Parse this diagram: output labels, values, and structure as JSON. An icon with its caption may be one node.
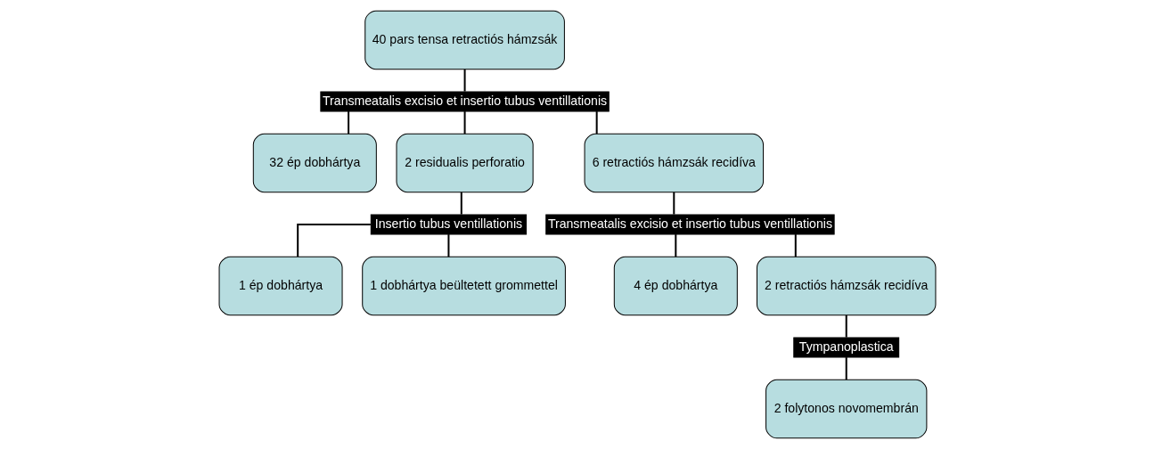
{
  "diagram": {
    "nodes": [
      {
        "text": [
          "40 pars tensa retractiós hámzsák"
        ]
      },
      {
        "text": [
          "Transmeatalis excisio et insertio tubus ventillationis"
        ]
      },
      {
        "text": [
          "32 ép dobhártya"
        ]
      },
      {
        "text": [
          "2 residualis perforatio"
        ]
      },
      {
        "text": [
          "6 retractiós hámzsák recidíva"
        ]
      },
      {
        "text": [
          "Insertio tubus ventillationis"
        ]
      },
      {
        "text": [
          "Transmeatalis excisio et insertio tubus ventillationis"
        ]
      },
      {
        "text": [
          "1 ép dobhártya"
        ]
      },
      {
        "text": [
          "1 dobhártya beültetett grommettel"
        ]
      },
      {
        "text": [
          "4 ép dobhártya"
        ]
      },
      {
        "text": [
          "2 retractiós hámzsák recidíva"
        ]
      },
      {
        "text": [
          "Tympanoplastica"
        ]
      },
      {
        "text": [
          "2 folytonos novomembrán"
        ]
      }
    ],
    "edges": [
      {
        "from": 0,
        "to": 1,
        "arrow": "none"
      },
      {
        "from": 1,
        "to": 2,
        "arrow": "none"
      },
      {
        "from": 1,
        "to": 3,
        "arrow": "none"
      },
      {
        "from": 1,
        "to": 4,
        "arrow": "none"
      },
      {
        "from": 3,
        "to": 5,
        "arrow": "none"
      },
      {
        "from": 5,
        "to": 7,
        "arrow": "none"
      },
      {
        "from": 5,
        "to": 8,
        "arrow": "none"
      },
      {
        "from": 4,
        "to": 6,
        "arrow": "none"
      },
      {
        "from": 6,
        "to": 9,
        "arrow": "none"
      },
      {
        "from": 6,
        "to": 10,
        "arrow": "none"
      },
      {
        "from": 10,
        "to": 11,
        "arrow": "none"
      },
      {
        "from": 11,
        "to": 12,
        "arrow": "none"
      }
    ]
  }
}
